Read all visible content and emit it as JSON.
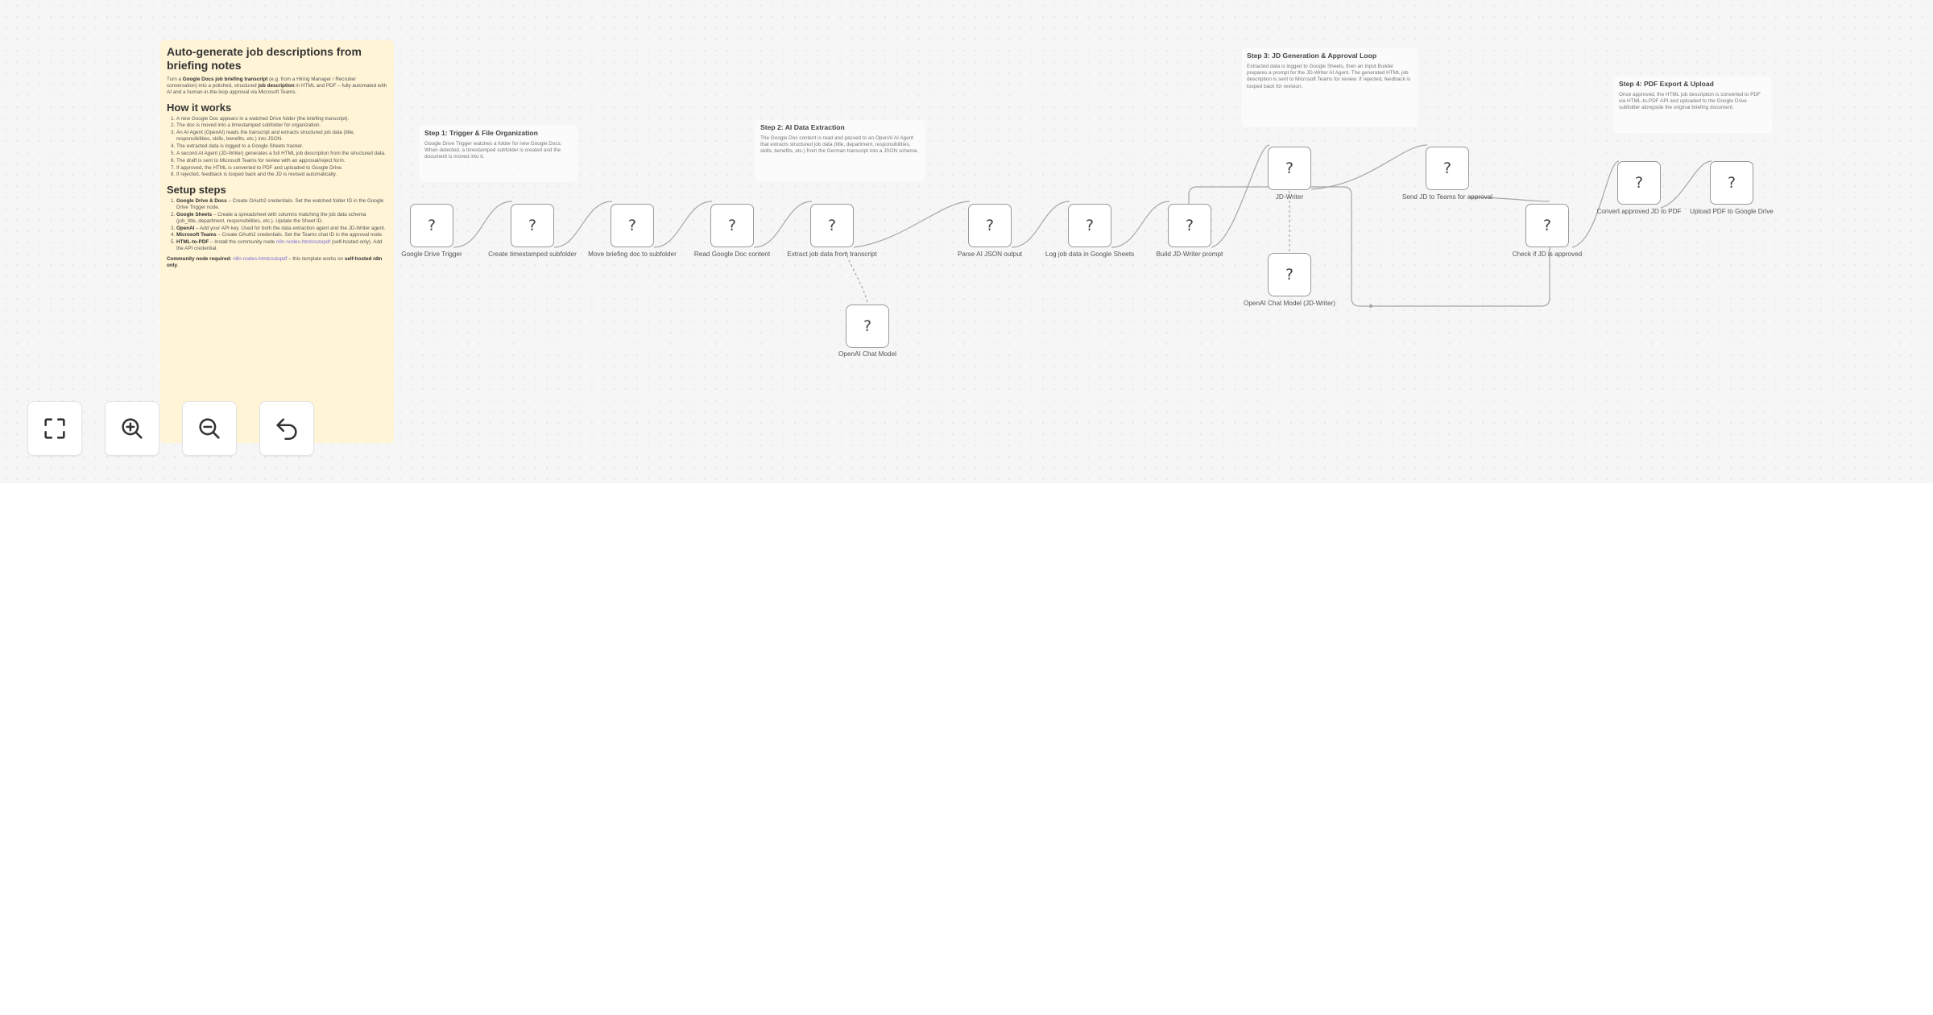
{
  "sticky": {
    "title": "Auto-generate job descriptions from briefing notes",
    "intro_pre": "Turn a ",
    "intro_b1": "Google Docs job briefing transcript",
    "intro_mid": " (e.g. from a Hiring Manager / Recruiter conversation) into a polished, structured ",
    "intro_b2": "job description",
    "intro_post": " in HTML and PDF – fully automated with AI and a human-in-the-loop approval via Microsoft Teams.",
    "how_heading": "How it works",
    "how_steps": [
      "A new Google Doc appears in a watched Drive folder (the briefing transcript).",
      "The doc is moved into a timestamped subfolder for organization.",
      "An AI Agent (OpenAI) reads the transcript and extracts structured job data (title, responsibilities, skills, benefits, etc.) into JSON.",
      "The extracted data is logged to a Google Sheets tracker.",
      "A second AI Agent (JD-Writer) generates a full HTML job description from the structured data.",
      "The draft is sent to Microsoft Teams for review with an approval/reject form.",
      "If approved, the HTML is converted to PDF and uploaded to Google Drive.",
      "If rejected, feedback is looped back and the JD is revised automatically."
    ],
    "setup_heading": "Setup steps",
    "setup_steps": [
      {
        "b": "Google Drive & Docs",
        "t": " – Create OAuth2 credentials. Set the watched folder ID in the Google Drive Trigger node."
      },
      {
        "b": "Google Sheets",
        "t": " – Create a spreadsheet with columns matching the job data schema (job_title, department, responsibilities, etc.). Update the Sheet ID."
      },
      {
        "b": "OpenAI",
        "t": " – Add your API key. Used for both the data extraction agent and the JD-Writer agent."
      },
      {
        "b": "Microsoft Teams",
        "t": " – Create OAuth2 credentials. Set the Teams chat ID in the approval node."
      },
      {
        "b": "HTML-to-PDF",
        "t": " – Install the community node ",
        "c": "n8n-nodes-htmlcsstopdf",
        "t2": " (self-hosted only). Add the API credential."
      }
    ],
    "foot_b": "Community node required:",
    "foot_code": "n8n-nodes-htmlcsstopdf",
    "foot_mid": " – this template works on ",
    "foot_b2": "self-hosted n8n only",
    "foot_end": "."
  },
  "notes": {
    "step1": {
      "title": "Step 1: Trigger & File Organization",
      "body": "Google Drive Trigger watches a folder for new Google Docs. When detected, a timestamped subfolder is created and the document is moved into it."
    },
    "step2": {
      "title": "Step 2: AI Data Extraction",
      "body": "The Google Doc content is read and passed to an OpenAI AI Agent that extracts structured job data (title, department, responsibilities, skills, benefits, etc.) from the German transcript into a JSON schema."
    },
    "step3": {
      "title": "Step 3: JD Generation & Approval Loop",
      "body": "Extracted data is logged to Google Sheets, then an Input Builder prepares a prompt for the JD-Writer AI Agent. The generated HTML job description is sent to Microsoft Teams for review. If rejected, feedback is looped back for revision."
    },
    "step4": {
      "title": "Step 4: PDF Export & Upload",
      "body": "Once approved, the HTML job description is converted to PDF via HTML-to-PDF API and uploaded to the Google Drive subfolder alongside the original briefing document."
    }
  },
  "nodes": {
    "gdrive_trigger": {
      "icon": "?",
      "label": "Google Drive Trigger"
    },
    "create_subfolder": {
      "icon": "?",
      "label": "Create timestamped subfolder"
    },
    "move_doc": {
      "icon": "?",
      "label": "Move briefing doc to subfolder"
    },
    "read_doc": {
      "icon": "?",
      "label": "Read Google Doc content"
    },
    "extract_job": {
      "icon": "?",
      "label": "Extract job data from transcript"
    },
    "openai_model": {
      "icon": "?",
      "label": "OpenAI Chat Model"
    },
    "parse_json": {
      "icon": "?",
      "label": "Parse AI JSON output"
    },
    "log_sheets": {
      "icon": "?",
      "label": "Log job data in Google Sheets"
    },
    "build_prompt": {
      "icon": "?",
      "label": "Build JD-Writer prompt"
    },
    "jd_writer": {
      "icon": "?",
      "label": "JD-Writer"
    },
    "openai_jdwriter": {
      "icon": "?",
      "label": "OpenAI Chat Model (JD-Writer)"
    },
    "send_teams": {
      "icon": "?",
      "label": "Send JD to Teams for approval"
    },
    "check_approved": {
      "icon": "?",
      "label": "Check if JD is approved"
    },
    "convert_pdf": {
      "icon": "?",
      "label": "Convert approved JD to PDF"
    },
    "upload_pdf": {
      "icon": "?",
      "label": "Upload PDF to Google Drive"
    }
  },
  "controls": {
    "fit": "fit-view-icon",
    "zoom_in": "zoom-in-icon",
    "zoom_out": "zoom-out-icon",
    "undo": "undo-icon"
  },
  "colors": {
    "canvas": "#f6f6f7",
    "sticky_yellow": "#fff4d6",
    "edge": "#a6a6a6",
    "code_purple": "#7b6cd9"
  }
}
